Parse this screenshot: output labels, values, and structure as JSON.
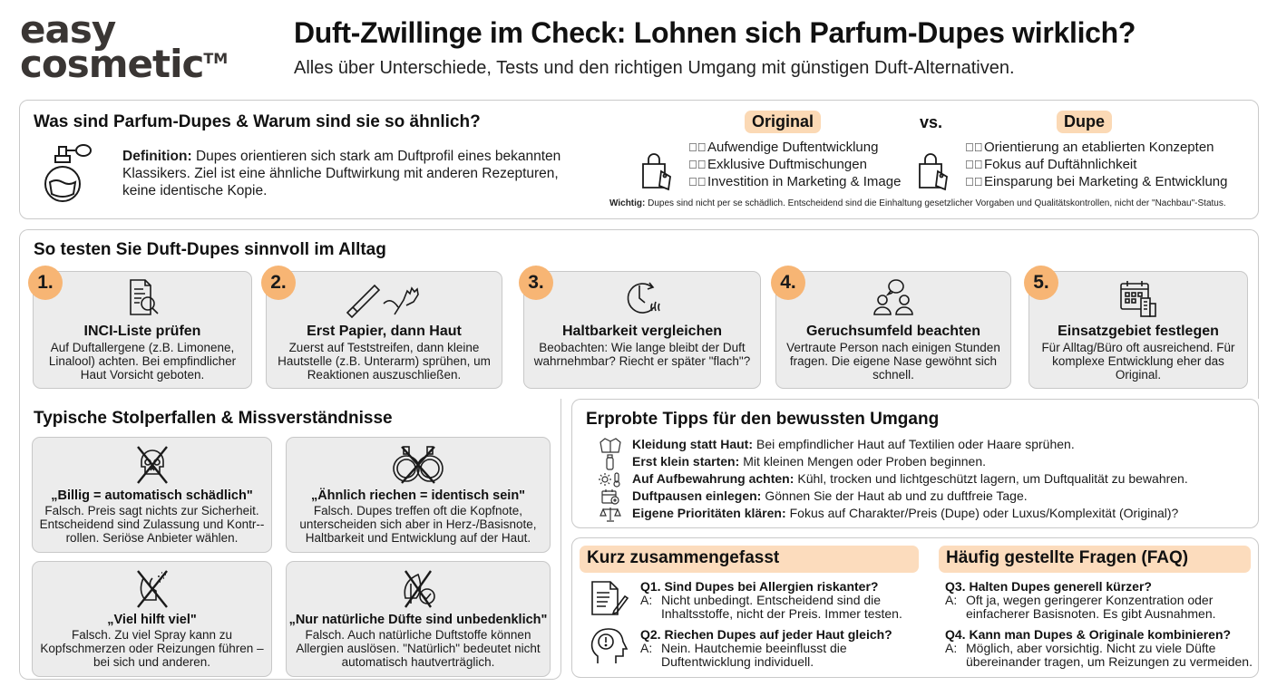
{
  "header": {
    "logo_line1": "easy",
    "logo_line2": "cosmetic",
    "logo_tm": "TM",
    "title": "Duft-Zwillinge im Check: Lohnen sich Parfum-Dupes wirklich?",
    "subtitle": "Alles über Unterschiede, Tests und den richtigen Umgang mit günstigen Duft-Alternativen."
  },
  "intro": {
    "title": "Was sind Parfum-Dupes & Warum sind sie so ähnlich?",
    "icon": "perfume-bottle-icon",
    "definition_label": "Definition:",
    "definition_text": "Dupes orientieren sich stark am Duftprofil eines bekannten Klassikers. Ziel ist eine ähnliche Duftwirkung mit anderen Rezepturen, keine identische Kopie.",
    "original_label": "Original",
    "vs_label": "vs.",
    "dupe_label": "Dupe",
    "original_points": [
      "Aufwendige Duftentwicklung",
      "Exklusive Duftmischungen",
      "Investition in Marketing & Image"
    ],
    "dupe_points": [
      "Orientierung an etablierten Konzepten",
      "Fokus auf Duftähnlichkeit",
      "Einsparung bei Marketing & Entwicklung"
    ],
    "note_label": "Wichtig:",
    "note_text": "Dupes sind nicht per se schädlich. Entscheidend sind die Einhaltung gesetzlicher Vorgaben und Qualitätskontrollen, nicht der \"Nachbau\"-Status."
  },
  "testing": {
    "title": "So testen Sie Duft-Dupes sinnvoll im Alltag",
    "steps": [
      {
        "num": "1.",
        "icon": "document-search-icon",
        "title": "INCI-Liste prüfen",
        "text": "Auf Duftallergene (z.B. Limonene, Linalool) achten. Bei empfindlicher Haut Vorsicht geboten."
      },
      {
        "num": "2.",
        "icon": "test-strip-hand-icon",
        "title": "Erst Papier, dann Haut",
        "text": "Zuerst auf Teststreifen, dann kleine Hautstelle (z.B. Unterarm) sprühen, um Reaktionen auszuschließen."
      },
      {
        "num": "3.",
        "icon": "clock-scent-icon",
        "title": "Haltbarkeit vergleichen",
        "text": "Beobachten: Wie lange bleibt der Duft wahrnehmbar? Riecht er später \"flach\"?"
      },
      {
        "num": "4.",
        "icon": "people-talk-icon",
        "title": "Geruchsumfeld beachten",
        "text": "Vertraute Person nach einigen Stunden fragen. Die eigene Nase gewöhnt sich schnell."
      },
      {
        "num": "5.",
        "icon": "calendar-building-icon",
        "title": "Einsatzgebiet festlegen",
        "text": "Für Alltag/Büro oft ausreichend. Für komplexe Entwicklung eher das Original."
      }
    ]
  },
  "pitfalls": {
    "title": "Typische Stolperfallen & Missverständnisse",
    "items": [
      {
        "icon": "crossed-skull-icon",
        "title": "„Billig = automatisch schädlich\"",
        "text": "Falsch. Preis sagt nichts zur Sicherheit. Entscheidend sind Zulassung und Kontr-- rollen. Seriöse Anbieter wählen."
      },
      {
        "icon": "crossed-bottles-icon",
        "title": "„Ähnlich riechen = identisch sein\"",
        "text": "Falsch. Dupes treffen oft die Kopfnote, unterscheiden sich aber in Herz-/Basisnote, Haltbarkeit und Entwicklung auf der Haut."
      },
      {
        "icon": "crossed-spray-icon",
        "title": "„Viel hilft viel\"",
        "text": "Falsch. Zu viel Spray kann zu Kopfschmerzen oder Reizungen führen – bei sich und anderen."
      },
      {
        "icon": "crossed-leaf-icon",
        "title": "„Nur natürliche Düfte sind unbedenklich\"",
        "text": "Falsch. Auch natürliche Duftstoffe können Allergien auslösen. \"Natürlich\" bedeutet nicht automatisch hautverträglich."
      }
    ]
  },
  "tips": {
    "title": "Erprobte Tipps für den bewussten Umgang",
    "items": [
      {
        "icon": "shirt-icon",
        "label": "Kleidung statt Haut:",
        "text": "Bei empfindlicher Haut auf Textilien oder Haare sprühen."
      },
      {
        "icon": "small-bottle-icon",
        "label": "Erst klein starten:",
        "text": "Mit kleinen Mengen oder Proben beginnen."
      },
      {
        "icon": "sun-thermometer-icon",
        "label": "Auf Aufbewahrung achten:",
        "text": "Kühl, trocken und lichtgeschützt lagern, um Duftqualität zu bewahren."
      },
      {
        "icon": "calendar-pause-icon",
        "label": "Duftpausen einlegen:",
        "text": "Gönnen Sie der Haut ab und zu duftfreie Tage."
      },
      {
        "icon": "scales-icon",
        "label": "Eigene Prioritäten klären:",
        "text": "Fokus auf Charakter/Preis (Dupe) oder Luxus/Komplexität (Original)?"
      }
    ]
  },
  "summary": {
    "title": "Kurz zusammengefasst",
    "items": [
      {
        "icon": "notes-pencil-icon",
        "q": "Q1. Sind Dupes bei Allergien riskanter?",
        "a_label": "A:",
        "a": "Nicht unbedingt. Entscheidend sind die Inhaltsstoffe, nicht der Preis. Immer testen."
      },
      {
        "icon": "head-exclamation-icon",
        "q": "Q2. Riechen Dupes auf jeder Haut gleich?",
        "a_label": "A:",
        "a": "Nein. Hautchemie beeinflusst die Duftentwicklung individuell."
      }
    ]
  },
  "faq": {
    "title": "Häufig gestellte Fragen (FAQ)",
    "items": [
      {
        "q": "Q3. Halten Dupes generell kürzer?",
        "a_label": "A:",
        "a": "Oft ja, wegen geringerer Konzentration oder einfacherer Basisnoten. Es gibt Ausnahmen."
      },
      {
        "q": "Q4. Kann man Dupes & Originale kombinieren?",
        "a_label": "A:",
        "a": "Möglich, aber vorsichtig. Nicht zu viele Düfte übereinander tragen, um Reizungen zu vermeiden."
      }
    ]
  },
  "colors": {
    "accent_orange": "#f7b574",
    "pill_peach": "#fbd9b5",
    "card_gray": "#ececec",
    "border_gray": "#c9c9c9",
    "logo_dark": "#3a3634"
  }
}
